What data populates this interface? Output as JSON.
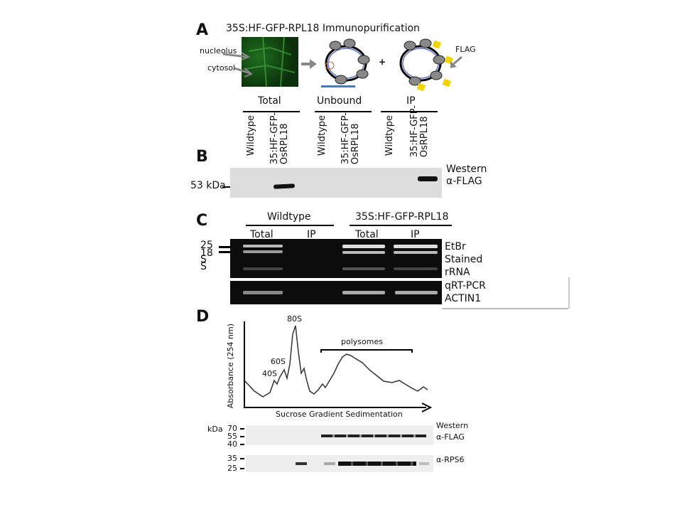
{
  "panel_a": {
    "label": "A",
    "title": "35S:HF-GFP-RPL18 Immunopurification",
    "nucleolus": "nucleolus",
    "cytosol": "cytosol",
    "plus": "+",
    "flag": "FLAG"
  },
  "panel_b": {
    "label": "B",
    "groups": [
      "Total",
      "Unbound",
      "IP"
    ],
    "lane_wt": "Wildtype",
    "lane_tg_line1": "35:HF-GFP-",
    "lane_tg_line2": "OsRPL18",
    "marker": "53 kDa",
    "western_line1": "Western",
    "western_line2": "α-FLAG"
  },
  "panel_c": {
    "label": "C",
    "group_wt": "Wildtype",
    "group_tg": "35S:HF-GFP-RPL18",
    "total": "Total",
    "ip": "IP",
    "m25": "25",
    "m18": "18",
    "mS1": "S",
    "mS2": "S",
    "right1": "EtBr",
    "right2": "Stained",
    "right3": "rRNA",
    "right4": "qRT-PCR",
    "right5": "ACTIN1"
  },
  "panel_d": {
    "label": "D",
    "ylabel": "Absorbance (254 nm)",
    "xlabel": "Sucrose Gradient Sedimentation",
    "peak_80s": "80S",
    "peak_60s": "60S",
    "peak_40s": "40S",
    "polysomes": "polysomes",
    "kda": "kDa",
    "m70": "70",
    "m55": "55",
    "m40": "40",
    "m35": "35",
    "m25": "25",
    "western": "Western",
    "flag": "α-FLAG",
    "rps6": "α-RPS6"
  }
}
